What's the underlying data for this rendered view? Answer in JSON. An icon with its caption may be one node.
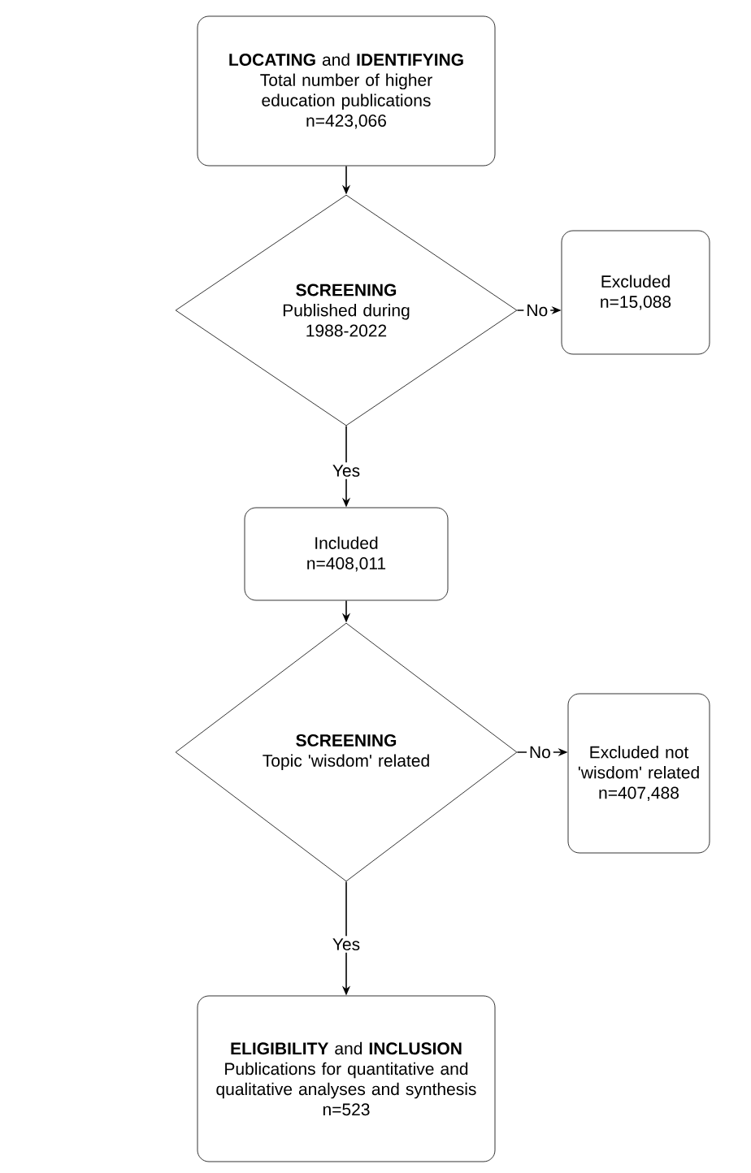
{
  "diagram": {
    "nodes": [
      {
        "text": [
          "**LOCATING** and **IDENTIFYING**",
          "Total number of higher education publications",
          "n=423,066"
        ]
      },
      {
        "text": [
          "SCREENING",
          "Published during 1988-2022"
        ]
      },
      {
        "text": [
          "Excluded",
          "n=15,088"
        ]
      },
      {
        "text": [
          "Included",
          "n=408,011"
        ]
      },
      {
        "text": [
          "SCREENING",
          "Topic 'wisdom' related"
        ]
      },
      {
        "text": [
          "Excluded not 'wisdom' related",
          "n=407,488"
        ]
      },
      {
        "text": [
          "**ELIGIBILITY** and **INCLUSION**",
          "Publications for quantitative and qualitative analyses and synthesis",
          "n=523"
        ]
      }
    ],
    "edges": [
      {
        "from": 0,
        "to": 1,
        "arrow": "to"
      },
      {
        "from": 1,
        "to": 2,
        "arrow": "to",
        "label": "No"
      },
      {
        "from": 1,
        "to": 3,
        "arrow": "to",
        "label": "Yes"
      },
      {
        "from": 3,
        "to": 4,
        "arrow": "to"
      },
      {
        "from": 4,
        "to": 5,
        "arrow": "to",
        "label": "No"
      },
      {
        "from": 4,
        "to": 6,
        "arrow": "to",
        "label": "Yes"
      }
    ]
  }
}
